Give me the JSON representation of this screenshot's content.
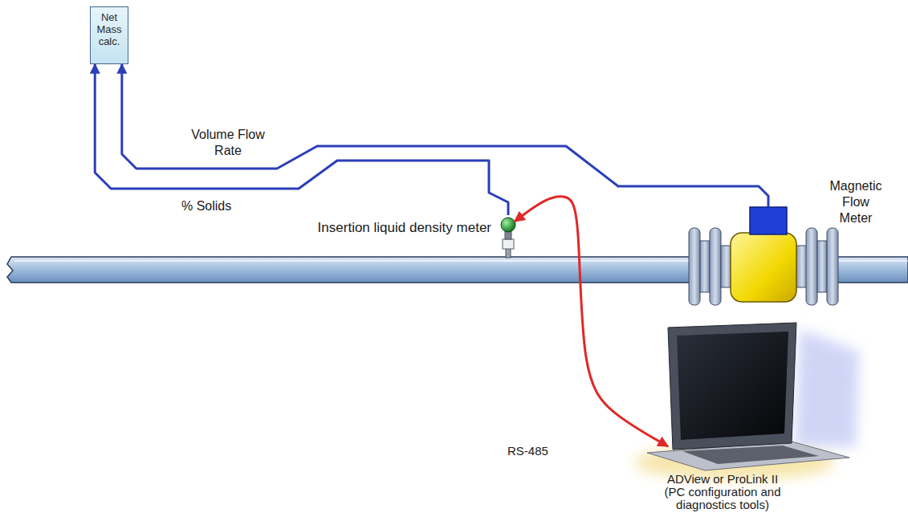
{
  "diagram": {
    "nodes": [
      {
        "text": [
          "Net Mass calc."
        ]
      },
      {
        "text": [
          "Insertion liquid density meter"
        ]
      },
      {
        "text": [
          "Magnetic Flow Meter"
        ]
      },
      {
        "text": [
          "ADView or ProLink II (PC configuration and diagnostics tools)"
        ]
      }
    ],
    "edges": [
      {
        "from": 2,
        "to": 0,
        "arrow": "to",
        "label": "Volume Flow Rate"
      },
      {
        "from": 1,
        "to": 0,
        "arrow": "to",
        "label": "% Solids"
      },
      {
        "from": 3,
        "to": 1,
        "arrow": "both",
        "label": "RS-485"
      }
    ]
  }
}
